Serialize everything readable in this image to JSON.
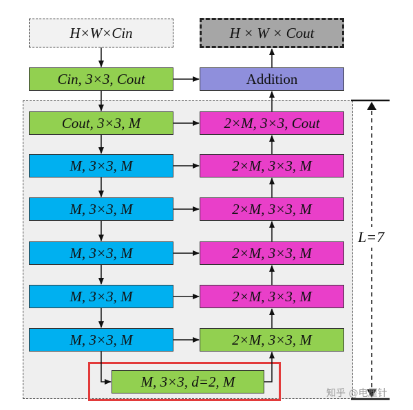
{
  "diagram": {
    "input_label": "H×W×Cin",
    "output_label": "H × W × Cout",
    "first_conv_label": "Cin, 3×3, Cout",
    "addition_label": "Addition",
    "left_column": [
      "Cout, 3×3, M",
      "M, 3×3, M",
      "M, 3×3, M",
      "M, 3×3, M",
      "M, 3×3, M",
      "M, 3×3, M"
    ],
    "right_column": [
      "2×M, 3×3, Cout",
      "2×M, 3×3, M",
      "2×M, 3×3, M",
      "2×M, 3×3, M",
      "2×M, 3×3, M",
      "2×M, 3×3, M"
    ],
    "dilated_label": "M, 3×3, d=2, M",
    "depth_label": "L=7",
    "watermark": "知乎 @电厘针"
  },
  "colors": {
    "green": "#92d050",
    "blue": "#00b0f0",
    "pink": "#e93fc9",
    "purple": "#8f8fdc",
    "gray": "#a6a6a6",
    "highlight_red": "#e23a3a"
  }
}
